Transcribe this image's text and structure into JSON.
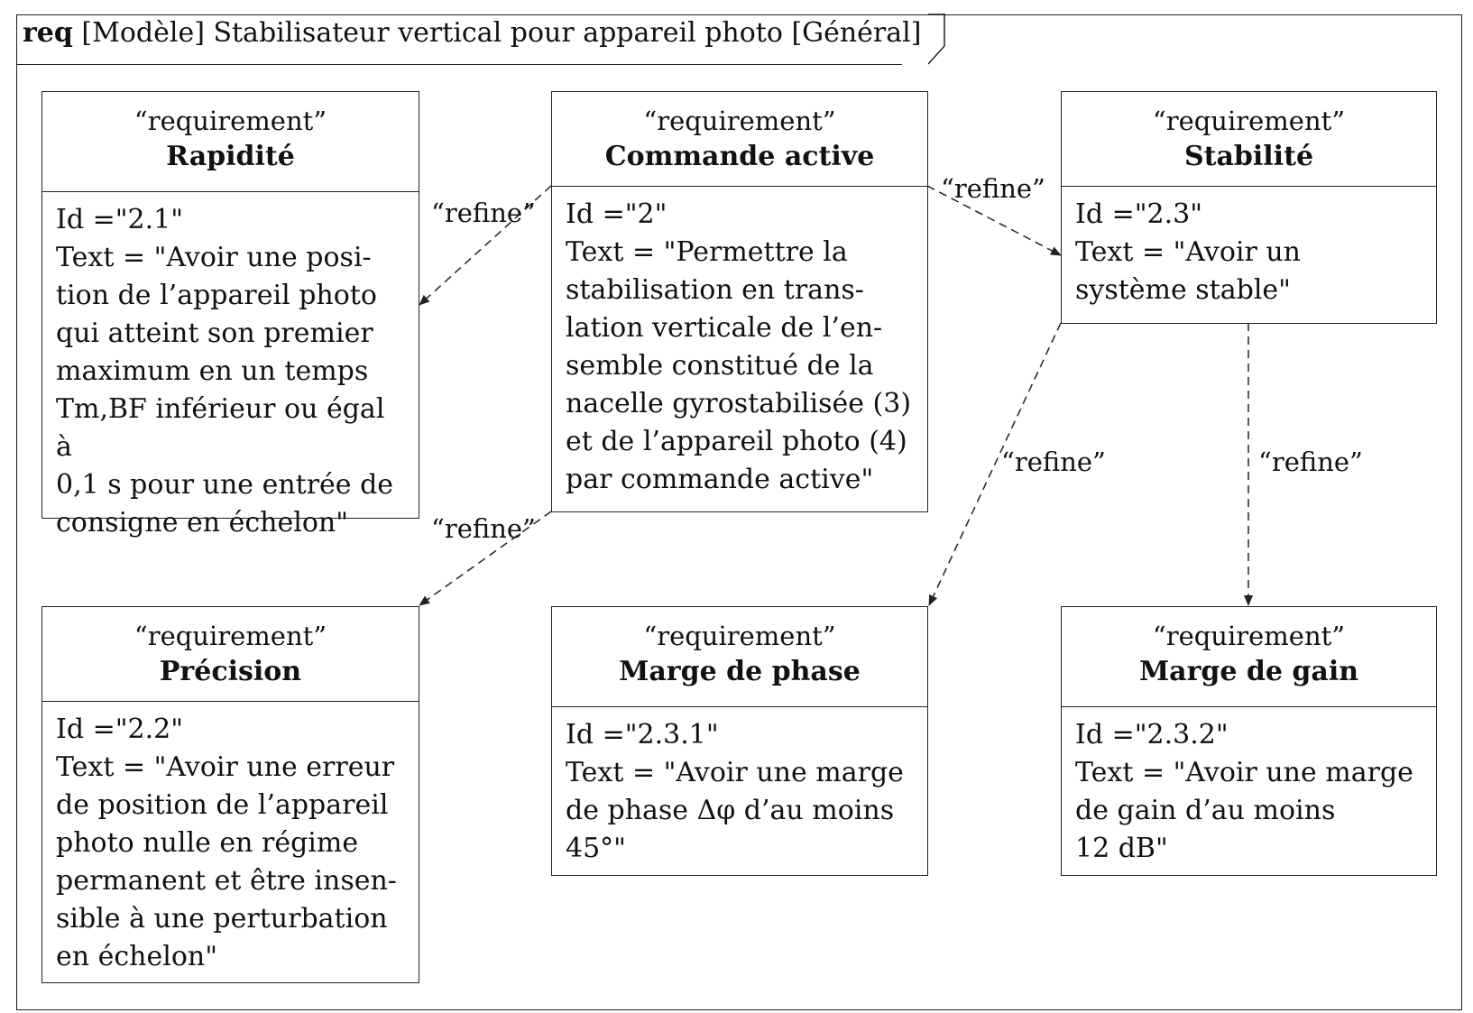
{
  "frame": {
    "keyword": "req",
    "title": "[Modèle] Stabilisateur vertical pour appareil photo [Général]"
  },
  "requirements": {
    "rapidite": {
      "stereotype": "“requirement”",
      "name": "Rapidité",
      "text": "Id =\"2.1\"\nText = \"Avoir une posi-\ntion de l’appareil photo\nqui atteint son premier\nmaximum en un temps\nTm,BF inférieur ou égal à\n0,1 s pour une entrée de\nconsigne en échelon\""
    },
    "commande": {
      "stereotype": "“requirement”",
      "name": "Commande active",
      "text": "Id =\"2\"\nText = \"Permettre la\nstabilisation en trans-\nlation verticale de l’en-\nsemble constitué de la\nnacelle gyrostabilisée (3)\net de l’appareil photo (4)\npar commande active\""
    },
    "stabilite": {
      "stereotype": "“requirement”",
      "name": "Stabilité",
      "text": "Id =\"2.3\"\nText = \"Avoir un\nsystème stable\""
    },
    "precision": {
      "stereotype": "“requirement”",
      "name": "Précision",
      "text": "Id =\"2.2\"\nText = \"Avoir une erreur\nde position de l’appareil\nphoto nulle en régime\npermanent et être insen-\nsible à une perturbation\nen échelon\""
    },
    "phase": {
      "stereotype": "“requirement”",
      "name": "Marge de phase",
      "text": "Id =\"2.3.1\"\nText = \"Avoir une marge\nde phase Δφ d’au moins\n45°\""
    },
    "gain": {
      "stereotype": "“requirement”",
      "name": "Marge de gain",
      "text": "Id =\"2.3.2\"\nText = \"Avoir une marge\nde gain d’au moins\n12 dB\""
    }
  },
  "links": {
    "label": "“refine”"
  },
  "colors": {
    "line": "#222222",
    "background": "#ffffff"
  }
}
